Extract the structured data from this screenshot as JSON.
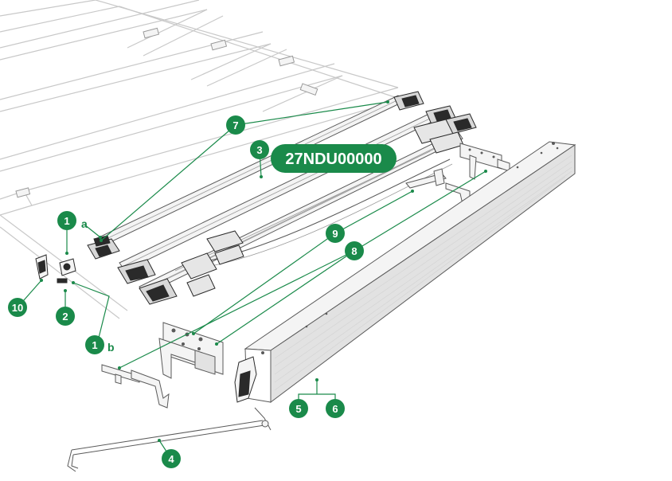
{
  "diagram": {
    "part_code": "27NDU00000",
    "callouts": [
      {
        "id": "1",
        "label": "1",
        "suffix": "a"
      },
      {
        "id": "1b",
        "label": "1",
        "suffix": "b"
      },
      {
        "id": "2",
        "label": "2",
        "suffix": ""
      },
      {
        "id": "3",
        "label": "3",
        "suffix": ""
      },
      {
        "id": "4",
        "label": "4",
        "suffix": ""
      },
      {
        "id": "5",
        "label": "5",
        "suffix": ""
      },
      {
        "id": "6",
        "label": "6",
        "suffix": ""
      },
      {
        "id": "7",
        "label": "7",
        "suffix": ""
      },
      {
        "id": "8",
        "label": "8",
        "suffix": ""
      },
      {
        "id": "9",
        "label": "9",
        "suffix": ""
      },
      {
        "id": "10",
        "label": "10",
        "suffix": ""
      }
    ],
    "colors": {
      "accent": "#1a8a4a",
      "line": "#5a5a5a",
      "light_line": "#c8c8c8",
      "fill_light": "#f4f4f4",
      "fill_mid": "#e2e2e2",
      "fill_dark": "#2a2a2a"
    }
  }
}
